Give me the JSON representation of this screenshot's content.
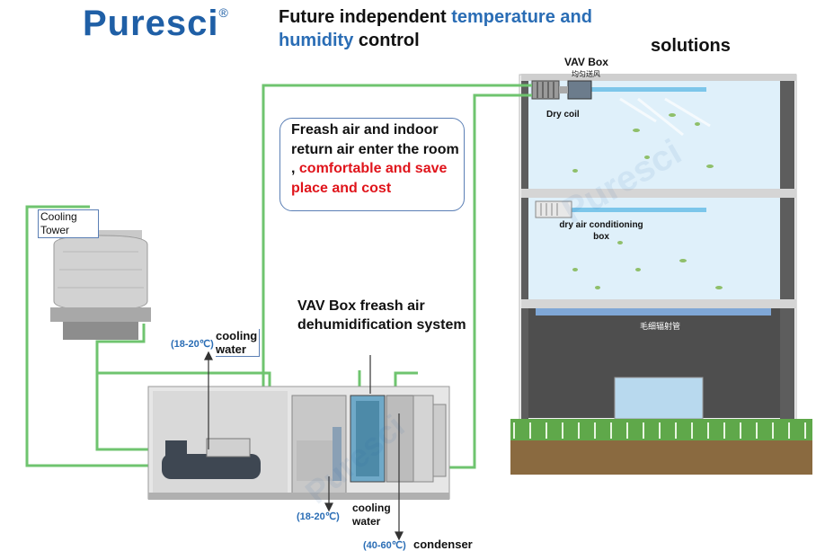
{
  "brand": {
    "name": "Puresci",
    "mark": "®"
  },
  "title": {
    "part1": "Future independent ",
    "part2": "temperature and",
    "part3": "humidity",
    "part4": " control"
  },
  "solutions": "solutions",
  "callout": {
    "line1": "Freash air and indoor return air enter the room , ",
    "red": "comfortable and save place and cost"
  },
  "system_title": "VAV Box freash air dehumidification system",
  "labels": {
    "cooling_tower": "Cooling Tower",
    "cooling_water_top": "cooling water",
    "cooling_water_bottom": "cooling water",
    "temp_top": "(18-20℃)",
    "temp_bottom": "(18-20℃)",
    "temp_condenser": "(40-60℃)",
    "condenser": "condenser",
    "vav_box": "VAV Box",
    "vav_box_cn": "均匀送风",
    "dry_coil": "Dry coil",
    "dry_air_box": "dry air conditioning box",
    "radiant_cn": "毛细辐射管",
    "watermark": "Puresci"
  },
  "colors": {
    "pipe": "#6fc46f",
    "brand": "#1f5fa6",
    "accent_blue": "#2a6db5",
    "red": "#e0141b",
    "floor_bg": "#dff0fa",
    "building_frame": "#5d5d5d",
    "grass": "#5fa84a",
    "soil": "#8a6a40"
  }
}
